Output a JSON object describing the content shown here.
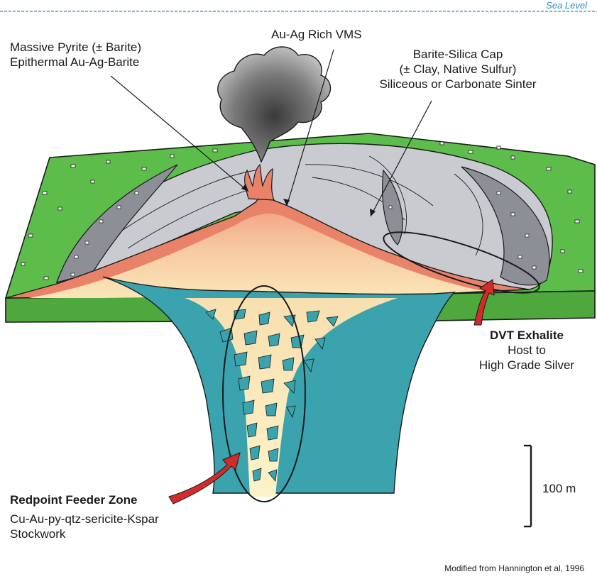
{
  "sea_level": "Sea Level",
  "labels": {
    "massive_pyrite": [
      "Massive Pyrite (± Barite)",
      "Epithermal Au-Ag-Barite"
    ],
    "vms": "Au-Ag Rich VMS",
    "barite_cap": [
      "Barite-Silica Cap",
      "(± Clay, Native Sulfur)",
      "Siliceous or Carbonate Sinter"
    ],
    "dvt": {
      "title": "DVT Exhalite",
      "lines": [
        "Host to",
        "High Grade Silver"
      ]
    },
    "redpoint": {
      "title": "Redpoint Feeder Zone",
      "lines": [
        "Cu-Au-py-qtz-sericite-Kspar",
        "Stockwork"
      ]
    },
    "scale": "100 m",
    "credit": "Modified from Hannington et al, 1996"
  },
  "colors": {
    "green": "#5cbd4a",
    "gray": "#c9cbd1",
    "brecciaGray": "#8d8f96",
    "salmon": "#e8836a",
    "peach": "#f5d3a6",
    "teal": "#3aa3ad",
    "cream": "#fbf0c1",
    "red": "#d22b2b",
    "sea": "#2b8cc4"
  }
}
